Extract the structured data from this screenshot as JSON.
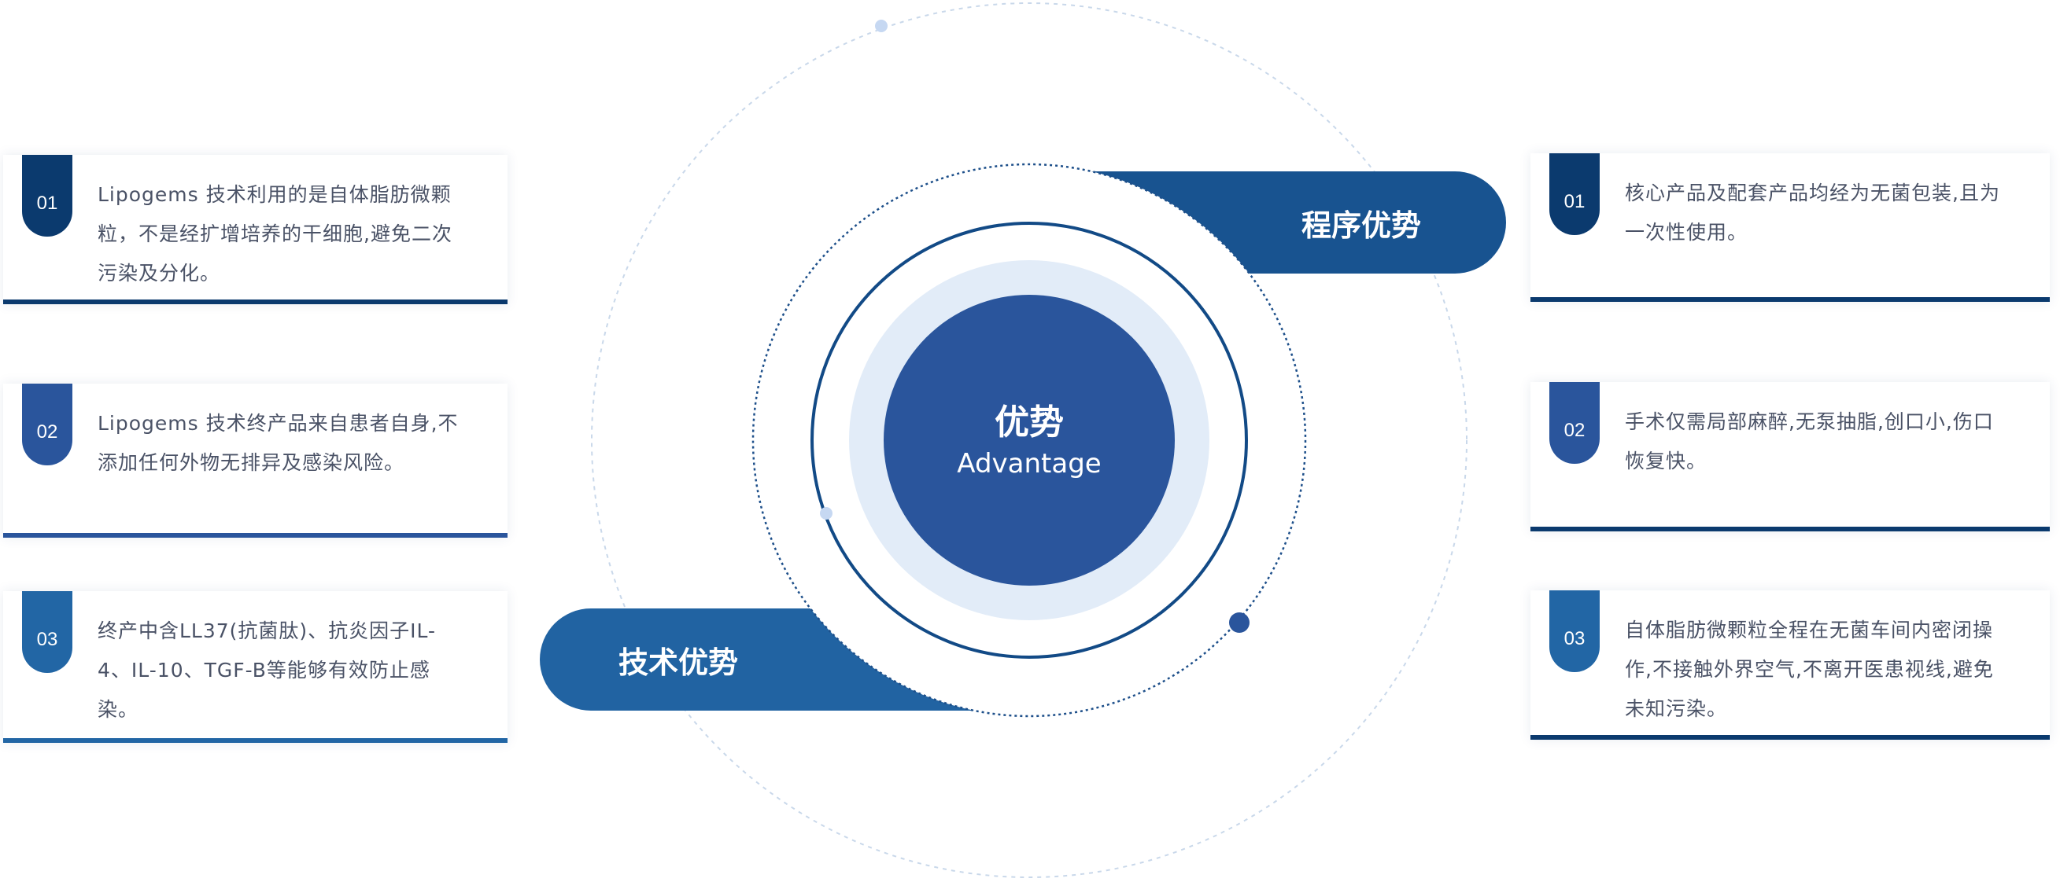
{
  "center": {
    "title": "优势",
    "subtitle": "Advantage"
  },
  "categories": {
    "procedure": "程序优势",
    "technology": "技术优势"
  },
  "left_cards": [
    {
      "num": "01",
      "text": "Lipogems 技术利用的是自体脂肪微颗粒，不是经扩增培养的干细胞,避免二次污染及分化。",
      "color": "#0b3a6e"
    },
    {
      "num": "02",
      "text": "Lipogems 技术终产品来自患者自身,不添加任何外物无排异及感染风险。",
      "color": "#2a559c"
    },
    {
      "num": "03",
      "text": "终产中含LL37(抗菌肽)、抗炎因子IL-4、IL-10、TGF-B等能够有效防止感染。",
      "color": "#2266a5"
    }
  ],
  "right_cards": [
    {
      "num": "01",
      "text": "核心产品及配套产品均经为无菌包装,且为一次性使用。",
      "color": "#0b3a6e"
    },
    {
      "num": "02",
      "text": "手术仅需局部麻醉,无泵抽脂,创口小,伤口恢复快。",
      "color": "#2a559c"
    },
    {
      "num": "03",
      "text": "自体脂肪微颗粒全程在无菌车间内密闭操作,不接触外界空气,不离开医患视线,避免未知污染。",
      "color": "#2266a5"
    }
  ],
  "colors": {
    "dark": "#0b3a6e",
    "primary": "#2a559c",
    "light_ring": "#e2ecf8",
    "pill": "#1b5790"
  }
}
